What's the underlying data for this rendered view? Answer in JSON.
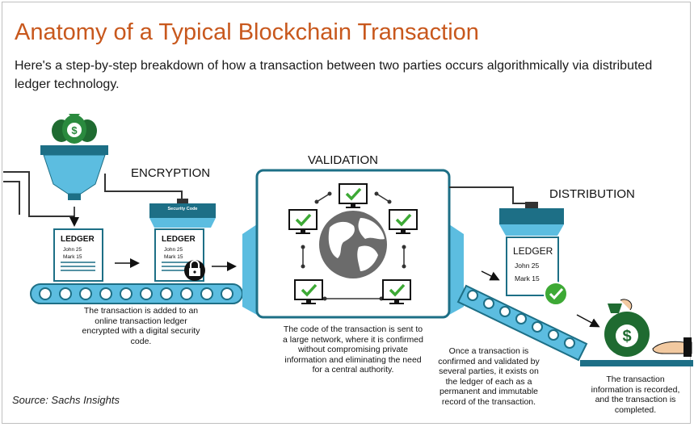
{
  "header": {
    "title": "Anatomy of a Typical Blockchain Transaction",
    "subtitle": "Here's a step-by-step breakdown of how a transaction between two parties occurs algorithmically via distributed ledger technology."
  },
  "stages": {
    "encryption": "ENCRYPTION",
    "validation": "VALIDATION",
    "distribution": "DISTRIBUTION"
  },
  "ledger": {
    "heading": "LEDGER",
    "entry1": "John 25",
    "entry2": "Mark 15"
  },
  "security_code": "Security Code",
  "captions": {
    "step1": "The transaction is added to an online transaction ledger encrypted with a digital security code.",
    "step2": "The code of the transaction is sent to a large network, where it is confirmed without compromising private information and eliminating the need for a central authority.",
    "step3": "Once a transaction is confirmed and validated by several parties, it exists on the ledger of each as a permanent and immutable record of the transaction.",
    "step4": "The transaction information is recorded, and the transaction is completed."
  },
  "source": "Source: Sachs Insights",
  "colors": {
    "title": "#c8581d",
    "teal": "#1d6f86",
    "light_blue": "#5cbde0",
    "green": "#3da935",
    "dark_green": "#1f6b31",
    "globe": "#6b6b6b"
  }
}
